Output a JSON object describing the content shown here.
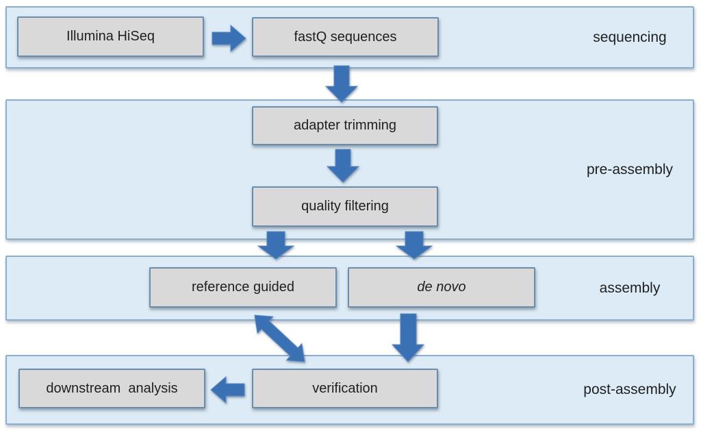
{
  "bands": [
    {
      "label": "sequencing",
      "boxes": [
        {
          "label": "Illumina HiSeq"
        },
        {
          "label": "fastQ sequences"
        }
      ]
    },
    {
      "label": "pre-assembly",
      "boxes": [
        {
          "label": "adapter trimming"
        },
        {
          "label": "quality filtering"
        }
      ]
    },
    {
      "label": "assembly",
      "boxes": [
        {
          "label": "reference guided"
        },
        {
          "label": "de novo",
          "style": "italic"
        }
      ]
    },
    {
      "label": "post-assembly",
      "boxes": [
        {
          "label": "downstream  analysis"
        },
        {
          "label": "verification"
        }
      ]
    }
  ],
  "arrows": [
    {
      "icon": "arrow-right-icon",
      "from": "Illumina HiSeq",
      "to": "fastQ sequences"
    },
    {
      "icon": "arrow-down-icon",
      "from": "fastQ sequences",
      "to": "adapter trimming"
    },
    {
      "icon": "arrow-down-icon",
      "from": "adapter trimming",
      "to": "quality filtering"
    },
    {
      "icon": "arrow-down-icon",
      "from": "quality filtering",
      "to": "reference guided"
    },
    {
      "icon": "arrow-down-icon",
      "from": "quality filtering",
      "to": "de novo"
    },
    {
      "icon": "arrow-down-icon",
      "from": "de novo",
      "to": "verification"
    },
    {
      "icon": "arrow-double-diagonal-icon",
      "from": "reference guided",
      "to": "verification",
      "bidirectional": true
    },
    {
      "icon": "arrow-left-icon",
      "from": "verification",
      "to": "downstream  analysis"
    }
  ],
  "colors": {
    "band_fill": "#dcebf5",
    "band_border": "#8aaed0",
    "box_fill": "#d9d9d9",
    "box_border": "#6c8cac",
    "arrow": "#3a70b4",
    "text": "#1f1f1f",
    "page_bg": "#ffffff"
  }
}
